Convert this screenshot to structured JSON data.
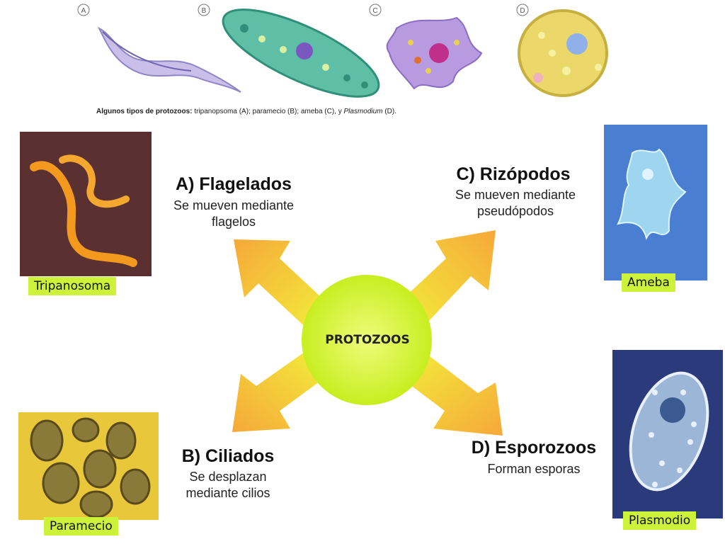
{
  "top_caption": {
    "bold": "Algunos tipos de protozoos:",
    "text": " tripanopsoma (A); paramecio (B); ameba (C), y ",
    "italic": "Plasmodium",
    "end": " (D).",
    "markers": [
      "A",
      "B",
      "C",
      "D"
    ]
  },
  "center": {
    "label": "PROTOZOOS",
    "color": "#d8f53a"
  },
  "groups": [
    {
      "title": "A)  Flagelados",
      "desc": [
        "Se mueven mediante",
        "flagelos"
      ],
      "photo_label": "Tripanosoma"
    },
    {
      "title": "B)  Ciliados",
      "desc": [
        "Se desplazan",
        "mediante cilios"
      ],
      "photo_label": "Paramecio"
    },
    {
      "title": "C)  Rizópodos",
      "desc": [
        "Se mueven mediante",
        "pseudópodos"
      ],
      "photo_label": "Ameba"
    },
    {
      "title": "D) Esporozoos",
      "desc": [
        "Forman esporas"
      ],
      "photo_label": "Plasmodio"
    }
  ],
  "colors": {
    "label_bg": "#ccf23a",
    "arrow_outer": "#f7b43a",
    "arrow_inner": "#f2f23a"
  }
}
